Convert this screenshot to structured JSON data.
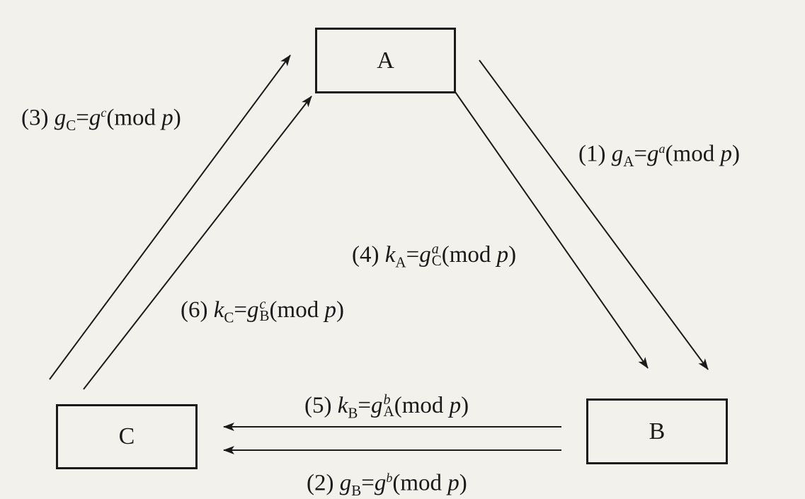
{
  "nodes": {
    "a": "A",
    "b": "B",
    "c": "C"
  },
  "steps": {
    "s1": {
      "num": "(1)",
      "lhs": "g",
      "lhs_sub": "A",
      "base": "g",
      "exp": "a",
      "mod_open": "(mod ",
      "p": "p",
      "close": ")"
    },
    "s2": {
      "num": "(2)",
      "lhs": "g",
      "lhs_sub": "B",
      "base": "g",
      "exp": "b",
      "mod_open": "(mod ",
      "p": "p",
      "close": ")"
    },
    "s3": {
      "num": "(3)",
      "lhs": "g",
      "lhs_sub": "C",
      "base": "g",
      "exp": "c",
      "mod_open": "(mod ",
      "p": "p",
      "close": ")"
    },
    "s4": {
      "num": "(4)",
      "lhs": "k",
      "lhs_sub": "A",
      "base": "g",
      "exp": "a",
      "base_sub": "C",
      "mod_open": "(mod ",
      "p": "p",
      "close": ")"
    },
    "s5": {
      "num": "(5)",
      "lhs": "k",
      "lhs_sub": "B",
      "base": "g",
      "exp": "b",
      "base_sub": "A",
      "mod_open": "(mod ",
      "p": "p",
      "close": ")"
    },
    "s6": {
      "num": "(6)",
      "lhs": "k",
      "lhs_sub": "C",
      "base": "g",
      "exp": "c",
      "base_sub": "B",
      "mod_open": "(mod ",
      "p": "p",
      "close": ")"
    }
  }
}
